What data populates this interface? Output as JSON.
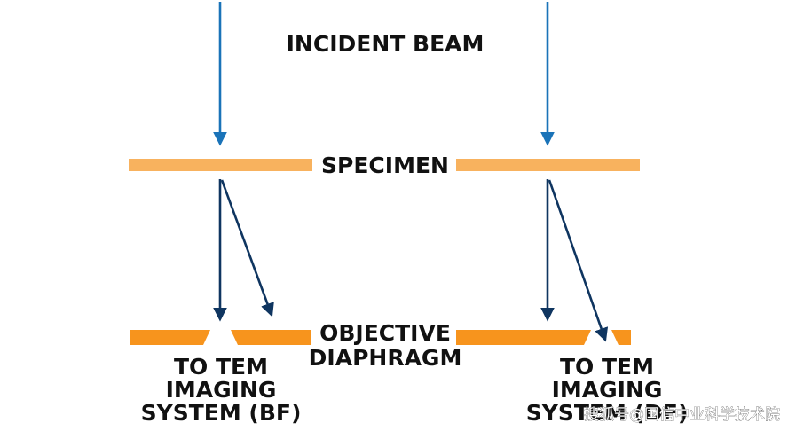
{
  "labels": {
    "incident_beam": "INCIDENT BEAM",
    "specimen": "SPECIMEN",
    "objective_line1": "OBJECTIVE",
    "objective_line2": "DIAPHRAGM",
    "left_out_line1": "TO TEM",
    "left_out_line2": "IMAGING",
    "left_out_line3": "SYSTEM (BF)",
    "right_out_line1": "TO TEM",
    "right_out_line2": "IMAGING",
    "right_out_line3": "SYSTEM (DF)"
  },
  "watermark": "搜狐号@国信中业科学技术院",
  "colors": {
    "incident_arrow": "#1a73b8",
    "scattered_arrow": "#0f3560",
    "specimen": "#f8b25e",
    "diaphragm": "#f7941d",
    "text": "#111111"
  }
}
